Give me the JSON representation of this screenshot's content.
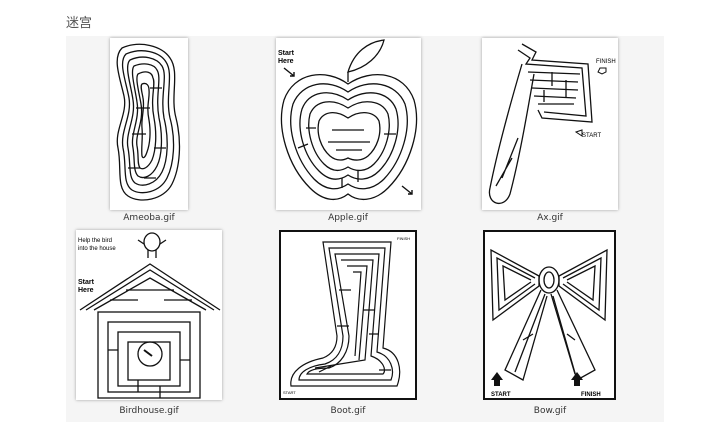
{
  "page": {
    "title": "迷宫"
  },
  "gallery": {
    "items": [
      {
        "filename": "Ameoba.gif",
        "icon": "ameoba-maze-image"
      },
      {
        "filename": "Apple.gif",
        "icon": "apple-maze-image",
        "labels": {
          "start": "Start",
          "here": "Here"
        }
      },
      {
        "filename": "Ax.gif",
        "icon": "ax-maze-image",
        "labels": {
          "finish": "FINISH",
          "start": "START"
        }
      },
      {
        "filename": "Birdhouse.gif",
        "icon": "birdhouse-maze-image",
        "labels": {
          "help1": "Help the bird",
          "help2": "into the house",
          "start": "Start",
          "here": "Here"
        }
      },
      {
        "filename": "Boot.gif",
        "icon": "boot-maze-image",
        "labels": {
          "start": "START",
          "finish": "FINISH"
        }
      },
      {
        "filename": "Bow.gif",
        "icon": "bow-maze-image",
        "labels": {
          "start": "START",
          "finish": "FINISH"
        }
      }
    ]
  }
}
